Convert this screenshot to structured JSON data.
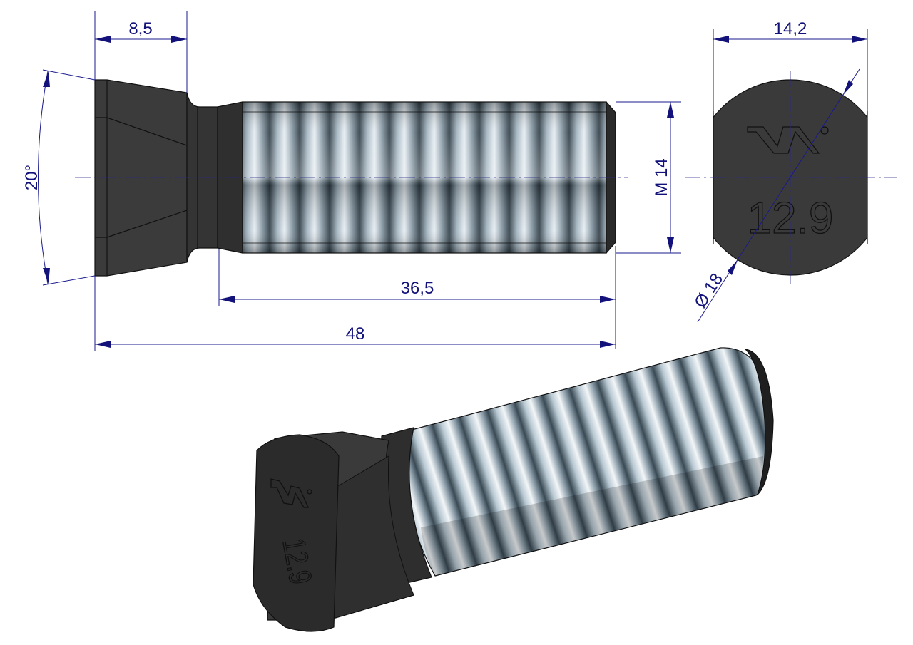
{
  "drawing": {
    "dimensions": {
      "head_length": "8,5",
      "head_angle": "20°",
      "thread_length": "36,5",
      "total_length": "48",
      "thread_size": "M 14",
      "flat_width": "14,2",
      "head_diameter": "Ø 18"
    },
    "head_marking": {
      "grade": "12.9",
      "logo": "W°"
    }
  },
  "colors": {
    "dimension": "#12127a",
    "head": "#3a3a3a",
    "thread_light": "#dfe9ef",
    "thread_dark": "#2a3840"
  }
}
